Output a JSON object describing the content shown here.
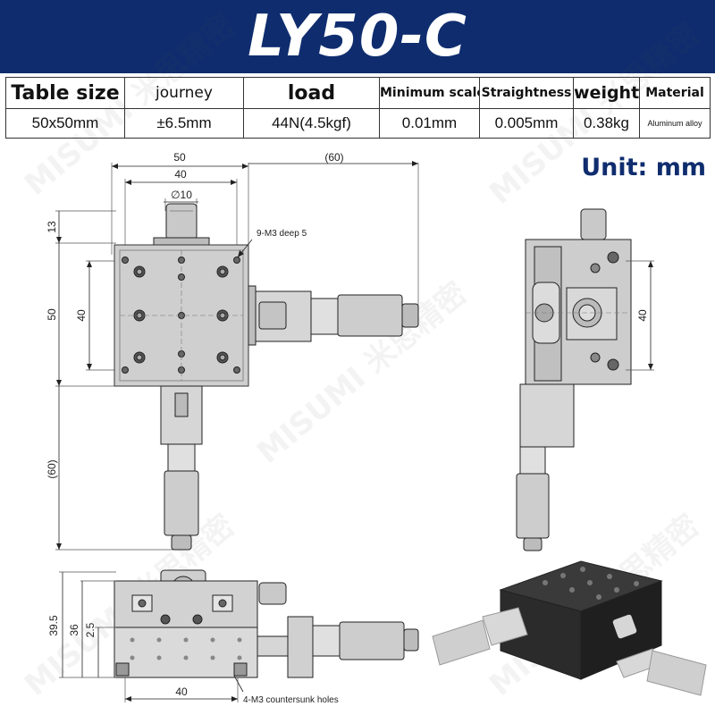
{
  "header": {
    "title": "LY50-C"
  },
  "specs": {
    "headers": [
      "Table size",
      "journey",
      "load",
      "Minimum scale",
      "Straightness",
      "weight",
      "Material"
    ],
    "values": [
      "50x50mm",
      "±6.5mm",
      "44N(4.5kgf)",
      "0.01mm",
      "0.005mm",
      "0.38kg",
      "Aluminum alloy"
    ]
  },
  "unit_label": "Unit: mm",
  "watermark": "MISUMI 米思精密",
  "top_view": {
    "dim_50": "50",
    "dim_40": "40",
    "dim_phi10": "∅10",
    "dim_60": "(60)",
    "dim_13": "13",
    "dim_50_left": "50",
    "dim_40_left": "40",
    "dim_60_left": "(60)",
    "note_holes": "9-M3 deep 5"
  },
  "side_view": {
    "dim_40": "40"
  },
  "front_view": {
    "dim_395": "39.5",
    "dim_36": "36",
    "dim_25": "2.5",
    "dim_40": "40",
    "note_countersunk": "4-M3 countersunk holes"
  },
  "colors": {
    "header_bg": "#0f2d6e",
    "metal": "#d0d0d0",
    "metal_dark": "#8a8a8a"
  }
}
